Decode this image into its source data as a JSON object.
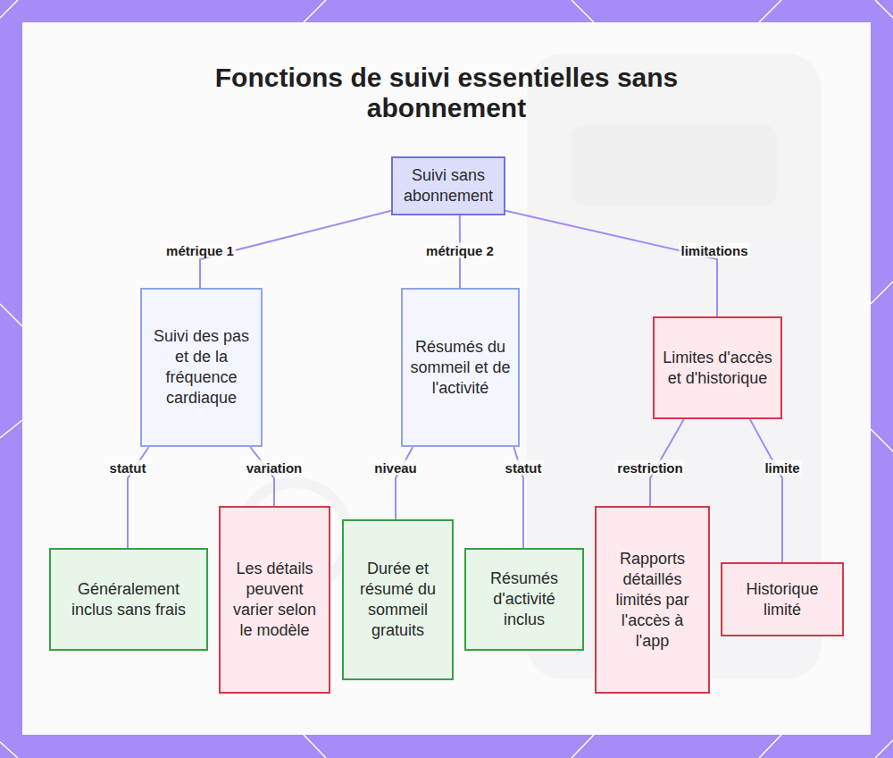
{
  "diagram": {
    "title": "Fonctions de suivi essentielles sans abonnement",
    "nodes": [
      {
        "text": [
          "Suivi sans abonnement"
        ]
      },
      {
        "text": [
          "Suivi des pas et de la fréquence cardiaque"
        ]
      },
      {
        "text": [
          "Résumés du sommeil et de l'activité"
        ]
      },
      {
        "text": [
          "Limites d'accès et d'historique"
        ]
      },
      {
        "text": [
          "Généralement inclus sans frais"
        ]
      },
      {
        "text": [
          "Les détails peuvent varier selon le modèle"
        ]
      },
      {
        "text": [
          "Durée et résumé du sommeil gratuits"
        ]
      },
      {
        "text": [
          "Résumés d'activité inclus"
        ]
      },
      {
        "text": [
          "Rapports détaillés limités par l'accès à l'app"
        ]
      },
      {
        "text": [
          "Historique limité"
        ]
      }
    ],
    "edges": [
      {
        "from": 0,
        "to": 1,
        "label": "métrique 1",
        "arrow": "none"
      },
      {
        "from": 0,
        "to": 2,
        "label": "métrique 2",
        "arrow": "none"
      },
      {
        "from": 0,
        "to": 3,
        "label": "limitations",
        "arrow": "none"
      },
      {
        "from": 1,
        "to": 4,
        "label": "statut",
        "arrow": "none"
      },
      {
        "from": 1,
        "to": 5,
        "label": "variation",
        "arrow": "none"
      },
      {
        "from": 2,
        "to": 6,
        "label": "niveau",
        "arrow": "none"
      },
      {
        "from": 2,
        "to": 7,
        "label": "statut",
        "arrow": "none"
      },
      {
        "from": 3,
        "to": 8,
        "label": "restriction",
        "arrow": "none"
      },
      {
        "from": 3,
        "to": 9,
        "label": "limite",
        "arrow": "none"
      }
    ]
  }
}
